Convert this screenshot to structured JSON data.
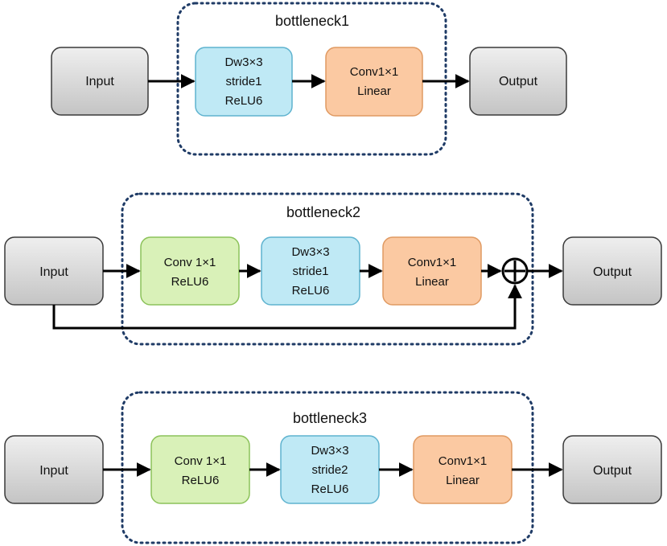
{
  "colors": {
    "io_fill": "#d4d4d4",
    "io_stroke": "#3a3a3a",
    "dw_fill": "#bfe9f5",
    "dw_stroke": "#5fb3cf",
    "linear_fill": "#fbc9a2",
    "linear_stroke": "#e09a62",
    "conv_relu_fill": "#d9f1b8",
    "conv_relu_stroke": "#8cc25a",
    "dotted_border": "#1f3b66",
    "arrow": "#000000"
  },
  "diagrams": [
    {
      "title": "bottleneck1",
      "input": "Input",
      "output": "Output",
      "blocks": [
        {
          "lines": [
            "Dw3×3",
            "stride1",
            "ReLU6"
          ],
          "kind": "dw"
        },
        {
          "lines": [
            "Conv1×1",
            "Linear"
          ],
          "kind": "linear"
        }
      ],
      "residual": false
    },
    {
      "title": "bottleneck2",
      "input": "Input",
      "output": "Output",
      "blocks": [
        {
          "lines": [
            "Conv 1×1",
            "ReLU6"
          ],
          "kind": "conv_relu"
        },
        {
          "lines": [
            "Dw3×3",
            "stride1",
            "ReLU6"
          ],
          "kind": "dw"
        },
        {
          "lines": [
            "Conv1×1",
            "Linear"
          ],
          "kind": "linear"
        }
      ],
      "residual": true,
      "add_symbol": "plus-circle-icon"
    },
    {
      "title": "bottleneck3",
      "input": "Input",
      "output": "Output",
      "blocks": [
        {
          "lines": [
            "Conv 1×1",
            "ReLU6"
          ],
          "kind": "conv_relu"
        },
        {
          "lines": [
            "Dw3×3",
            "stride2",
            "ReLU6"
          ],
          "kind": "dw"
        },
        {
          "lines": [
            "Conv1×1",
            "Linear"
          ],
          "kind": "linear"
        }
      ],
      "residual": false
    }
  ]
}
